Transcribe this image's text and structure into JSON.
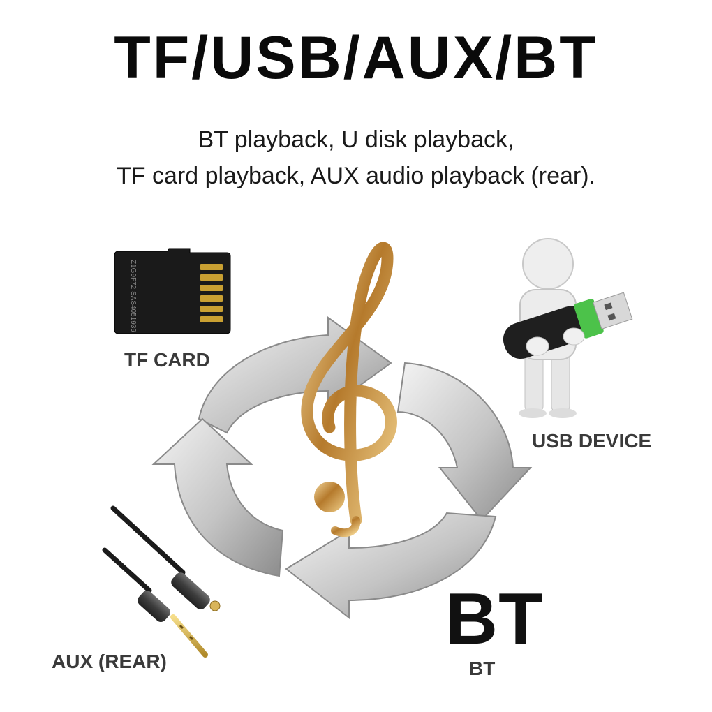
{
  "header": {
    "title": "TF/USB/AUX/BT",
    "line1": "BT playback, U disk playback,",
    "line2": "TF card playback, AUX audio playback (rear)."
  },
  "items": {
    "tf_card": "TF CARD",
    "tf_card_print": "Z1G9F72 SAS4051939",
    "usb_device": "USB DEVICE",
    "aux": "AUX (REAR)",
    "bt_logo": "BT",
    "bt_label": "BT"
  },
  "icons": [
    "microsd-card-icon",
    "usb-figure-icon",
    "treble-clef-icon",
    "cycle-arrows-icon",
    "aux-cable-icon"
  ],
  "colors": {
    "gold": "#c9973d",
    "arrow": "#bdbdbd",
    "usb_green": "#4cc24a"
  }
}
